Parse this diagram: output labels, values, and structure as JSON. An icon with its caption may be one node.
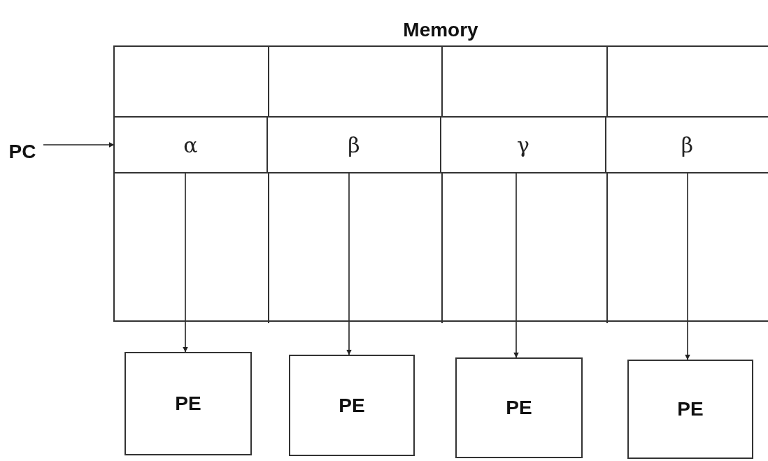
{
  "diagram": {
    "nodes": [
      {
        "text": [
          "Memory"
        ]
      },
      {
        "text": [
          "α"
        ],
        "in": 0
      },
      {
        "text": [
          "β"
        ],
        "in": 0
      },
      {
        "text": [
          "γ"
        ],
        "in": 0
      },
      {
        "text": [
          "β"
        ],
        "in": 0
      },
      {
        "text": [
          "PC"
        ]
      },
      {
        "text": [
          "PE"
        ]
      },
      {
        "text": [
          "PE"
        ]
      },
      {
        "text": [
          "PE"
        ]
      },
      {
        "text": [
          "PE"
        ]
      }
    ],
    "edges": [
      {
        "from": 5,
        "to": 1,
        "arrow": "to"
      },
      {
        "from": 1,
        "to": 6,
        "arrow": "to"
      },
      {
        "from": 2,
        "to": 7,
        "arrow": "to"
      },
      {
        "from": 3,
        "to": 8,
        "arrow": "to"
      },
      {
        "from": 4,
        "to": 9,
        "arrow": "to"
      }
    ]
  }
}
